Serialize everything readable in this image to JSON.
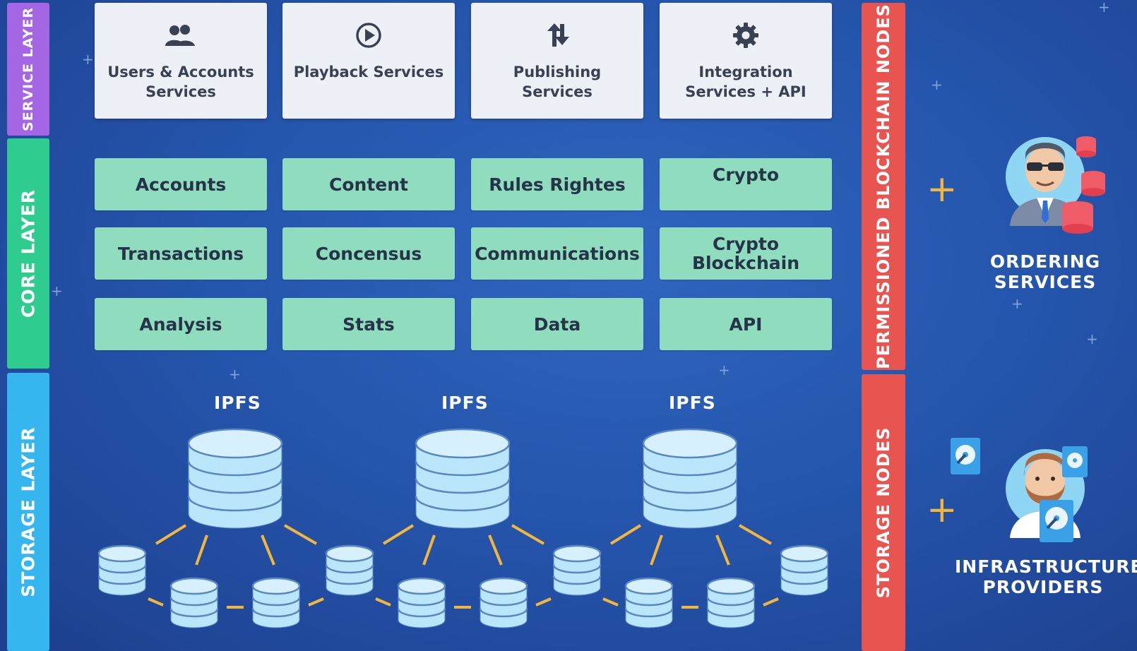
{
  "layers": {
    "service": "SERVICE LAYER",
    "core": "CORE LAYER",
    "storage": "STORAGE LAYER"
  },
  "right_layers": {
    "blockchain_nodes": "PERMISSIONED BLOCKCHAIN NODES",
    "storage_nodes": "STORAGE NODES"
  },
  "services": [
    {
      "icon": "users-icon",
      "label": "Users & Accounts Services"
    },
    {
      "icon": "play-icon",
      "label": "Playback Services"
    },
    {
      "icon": "transfer-arrows-icon",
      "label": "Publishing Services"
    },
    {
      "icon": "gear-icon",
      "label": "Integration Services + API"
    }
  ],
  "core": [
    [
      "Accounts",
      "Content",
      "Rules Rightes",
      "Crypto"
    ],
    [
      "Transactions",
      "Concensus",
      "Communications",
      "Crypto Blockchain"
    ],
    [
      "Analysis",
      "Stats",
      "Data",
      "API"
    ]
  ],
  "storage": {
    "clusters": [
      {
        "label": "IPFS"
      },
      {
        "label": "IPFS"
      },
      {
        "label": "IPFS"
      }
    ]
  },
  "actors": {
    "ordering": {
      "label": "ORDERING\nSERVICES",
      "plus": "+"
    },
    "infrastructure": {
      "label": "INFRASTRUCTURE\nPROVIDERS",
      "plus": "+"
    }
  },
  "colors": {
    "background": "#2556ad",
    "service_layer": "#a566e6",
    "core_layer": "#2ecc8f",
    "storage_layer": "#35b6ef",
    "blockchain_nodes": "#e8544f",
    "storage_nodes": "#e8544f",
    "service_card": "#eef0f7",
    "core_card": "#8fdcbf",
    "db_fill": "#b9e6fb",
    "connector": "#f2b73a"
  }
}
